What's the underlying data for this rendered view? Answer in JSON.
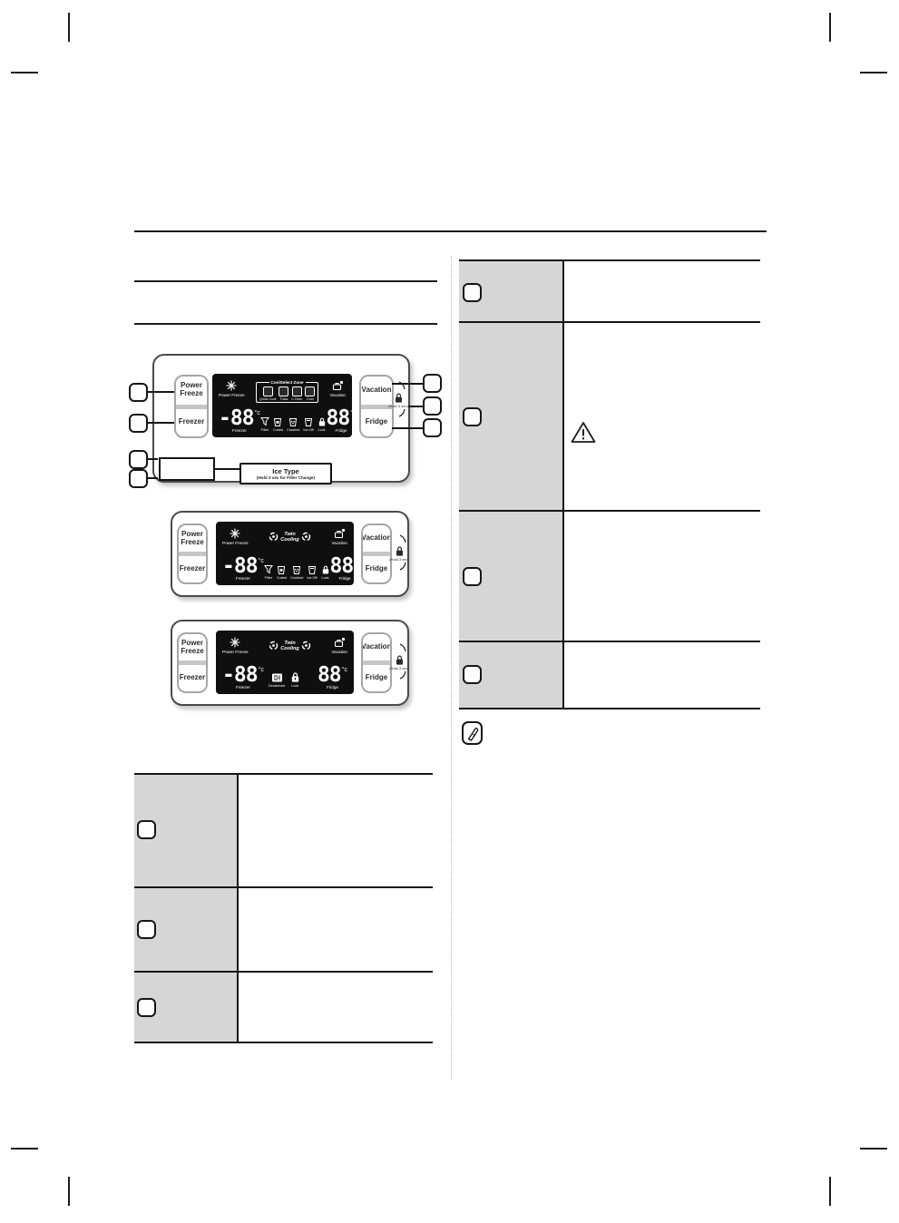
{
  "labels": {
    "power_freeze": "Power Freeze",
    "freezer": "Freezer",
    "vacation": "Vacation",
    "fridge": "Fridge",
    "hold_3sec": "(Hold 3 sec)",
    "twin_line1": "Twin",
    "twin_line2": "Cooling",
    "coolselect_zone": "CoolSelect Zone",
    "quick_cool": "Quick Cool",
    "thaw": "Thaw",
    "zero_zone": "0 Zone",
    "cool": "Cool",
    "filter": "Filter",
    "cubed": "Cubed",
    "crushed": "Crushed",
    "ice_off": "Ice Off",
    "lock": "Lock",
    "deodorizer": "Deodorizer",
    "freezer_temp": "-88",
    "fridge_temp": "88",
    "temp_unit": "°c",
    "ice_type_title": "Ice Type",
    "ice_type_subtitle": "(Hold 3 sec for Filter Change)"
  },
  "colors": {
    "display_bg": "#0f0f0f",
    "table_cell_gray": "#d6d6d6",
    "line_black": "#1c1c1c",
    "panel_border": "#4a4a4a",
    "button_border": "#a6a6a6"
  }
}
